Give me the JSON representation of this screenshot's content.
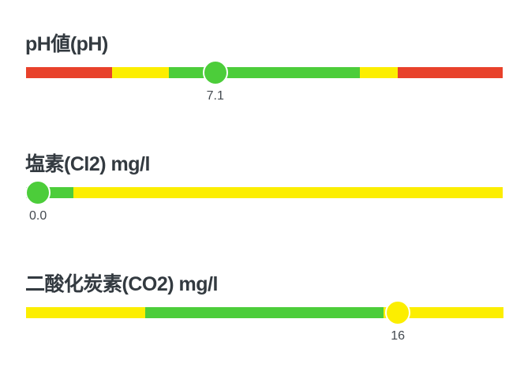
{
  "colors": {
    "red": "#e8412b",
    "yellow": "#fcee00",
    "green": "#4ccd3a"
  },
  "meters": [
    {
      "title": "pH値(pH)",
      "value_text": "7.1",
      "value": 7.1,
      "knob_color": "#4ccd3a",
      "segments": [
        {
          "color": "#e8412b",
          "from": 0.0,
          "to": 0.18
        },
        {
          "color": "#fcee00",
          "from": 0.18,
          "to": 0.3
        },
        {
          "color": "#4ccd3a",
          "from": 0.3,
          "to": 0.7
        },
        {
          "color": "#fcee00",
          "from": 0.7,
          "to": 0.78
        },
        {
          "color": "#e8412b",
          "from": 0.78,
          "to": 1.0
        }
      ],
      "position": 0.397
    },
    {
      "title": "塩素(Cl2) mg/l",
      "value_text": "0.0",
      "value": 0.0,
      "knob_color": "#4ccd3a",
      "segments": [
        {
          "color": "#4ccd3a",
          "from": 0.0,
          "to": 0.1
        },
        {
          "color": "#fcee00",
          "from": 0.1,
          "to": 1.0
        }
      ],
      "position": 0.025
    },
    {
      "title": "二酸化炭素(CO2) mg/l",
      "value_text": "16",
      "value": 16,
      "knob_color": "#fcee00",
      "segments": [
        {
          "color": "#fcee00",
          "from": 0.0,
          "to": 0.25
        },
        {
          "color": "#4ccd3a",
          "from": 0.25,
          "to": 0.75
        },
        {
          "color": "#fcee00",
          "from": 0.75,
          "to": 1.0
        }
      ],
      "position": 0.78
    }
  ]
}
